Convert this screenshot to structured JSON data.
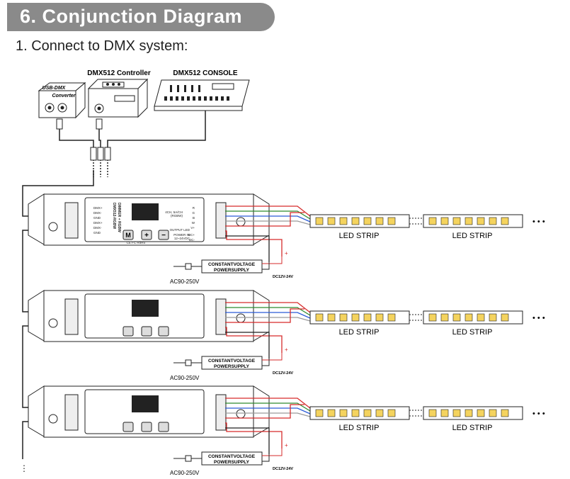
{
  "header": {
    "title": "6. Conjunction Diagram"
  },
  "subtitle": "1. Connect to DMX system:",
  "devices": {
    "usb_dmx": "USB-DMX",
    "usb_dmx_2": "Converter",
    "controller": "DMX512 Controller",
    "console": "DMX512 CONSOLE"
  },
  "decoder": {
    "model": "DMX512-RGBW",
    "model_sub": "DIMMER + RGBW",
    "left_terminals": [
      "DMX+",
      "DMX-",
      "GND",
      "DMX+",
      "DMX-",
      "GND"
    ],
    "right_terminals": [
      "R",
      "G",
      "B",
      "W",
      "V+"
    ],
    "right_note_a": "4CH, 5A/CH",
    "right_note_b": "(RGBW)",
    "output_label": "OUTPUT LED",
    "power_label": "POWER IN",
    "power_range": "12~24VDC",
    "dc_plus": "DC+",
    "dc_minus": "DC-",
    "btn_m": "M",
    "btn_plus": "+",
    "btn_minus": "−",
    "cert": "CE FC RoHS"
  },
  "strip_label": "LED STRIP",
  "power_supply": {
    "line1": "CONSTANTVOLTAGE",
    "line2": "POWERSUPPLY"
  },
  "ac_label": "AC90-250V",
  "dc_label": "DC12V-24V",
  "ellipsis": "• • •",
  "colors": {
    "header": "#8a8a8a",
    "red": "#d62b2b",
    "green": "#2e8b2e",
    "blue": "#2a5bd7",
    "white_wire": "#9a9a9a",
    "led": "#f4d35e"
  }
}
